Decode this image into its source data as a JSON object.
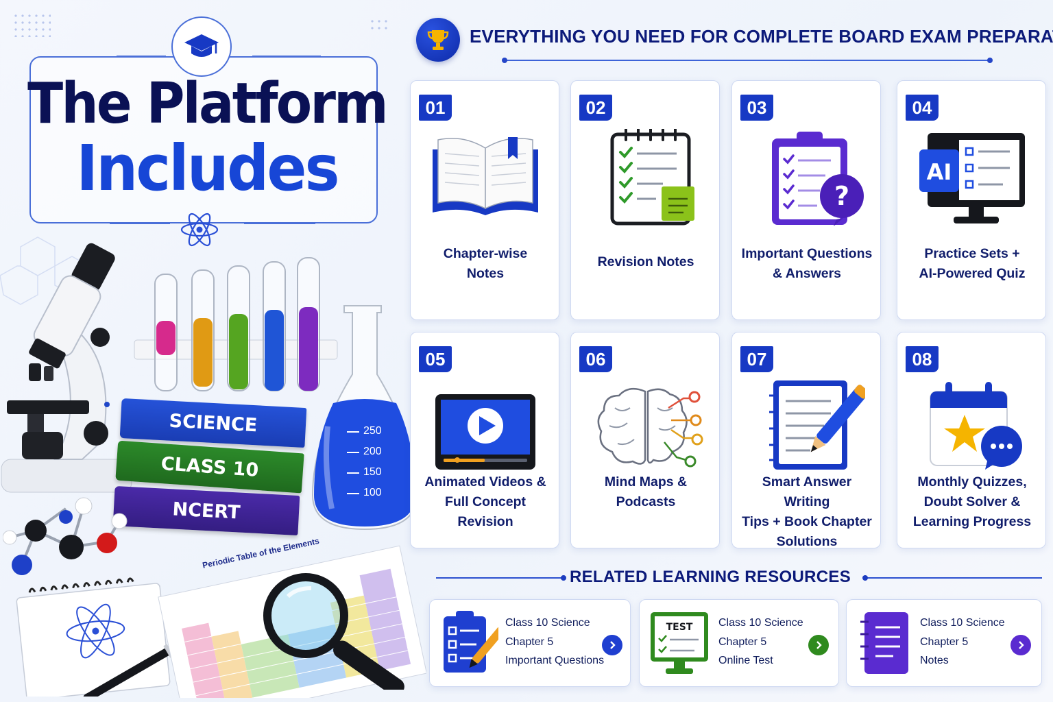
{
  "hero": {
    "line1": "The Platform",
    "line2": "Includes"
  },
  "header": {
    "title": "EVERYTHING YOU NEED FOR COMPLETE BOARD EXAM PREPARATION",
    "icon": "trophy-icon"
  },
  "features": [
    {
      "num": "01",
      "label": "Chapter-wise\nNotes",
      "icon": "open-book-icon"
    },
    {
      "num": "02",
      "label": "Revision Notes",
      "icon": "checklist-notebook-icon"
    },
    {
      "num": "03",
      "label": "Important Questions\n& Answers",
      "icon": "clipboard-question-icon"
    },
    {
      "num": "04",
      "label": "Practice Sets +\nAI-Powered Quiz",
      "icon": "ai-monitor-icon"
    },
    {
      "num": "05",
      "label": "Animated Videos &\nFull Concept Revision",
      "icon": "video-player-icon"
    },
    {
      "num": "06",
      "label": "Mind Maps &\nPodcasts",
      "icon": "brain-map-icon"
    },
    {
      "num": "07",
      "label": "Smart Answer Writing\nTips + Book Chapter\nSolutions",
      "icon": "notepad-pen-icon"
    },
    {
      "num": "08",
      "label": "Monthly Quizzes,\nDoubt Solver &\nLearning Progress",
      "icon": "calendar-chat-icon"
    }
  ],
  "icons": {
    "ai_text": "AI",
    "test_text": "TEST"
  },
  "related": {
    "title": "RELATED LEARNING RESOURCES",
    "items": [
      {
        "text": "Class 10 Science\nChapter 5\nImportant Questions",
        "accent": "#1f3fd0"
      },
      {
        "text": "Class 10 Science\nChapter 5\nOnline Test",
        "accent": "#2f8a1e"
      },
      {
        "text": "Class 10 Science\nChapter 5\nNotes",
        "accent": "#5a2bd0"
      }
    ]
  },
  "illustration": {
    "books": [
      "SCIENCE",
      "CLASS 10",
      "NCERT"
    ],
    "flask_marks": [
      "250",
      "200",
      "150",
      "100"
    ],
    "periodic_table": "Periodic Table of the Elements"
  },
  "colors": {
    "brand_blue": "#1746d6",
    "navy": "#0a1155",
    "card_border": "#cfd9f2"
  }
}
